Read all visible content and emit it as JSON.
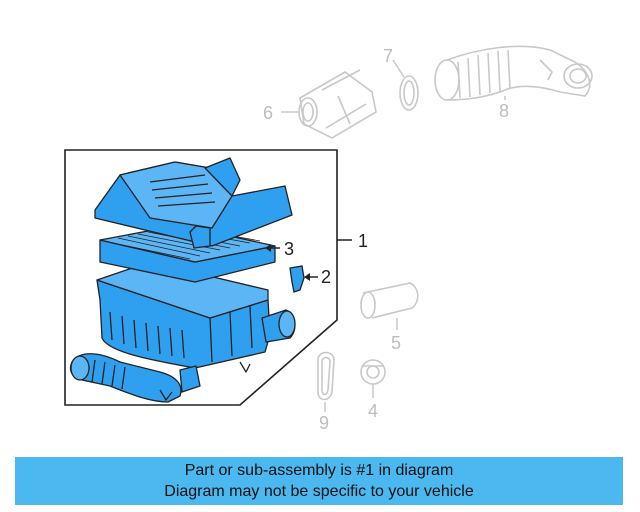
{
  "callouts": {
    "c1": "1",
    "c2": "2",
    "c3": "3",
    "c4": "4",
    "c5": "5",
    "c6": "6",
    "c7": "7",
    "c8": "8",
    "c9": "9"
  },
  "banner": {
    "line1": "Part or sub-assembly is #1 in diagram",
    "line2": "Diagram may not be specific to your vehicle"
  },
  "colors": {
    "highlight_fill": "#2f9ff0",
    "outline": "#222222",
    "faded": "#c8c8c8",
    "banner": "#4bb8f0"
  }
}
